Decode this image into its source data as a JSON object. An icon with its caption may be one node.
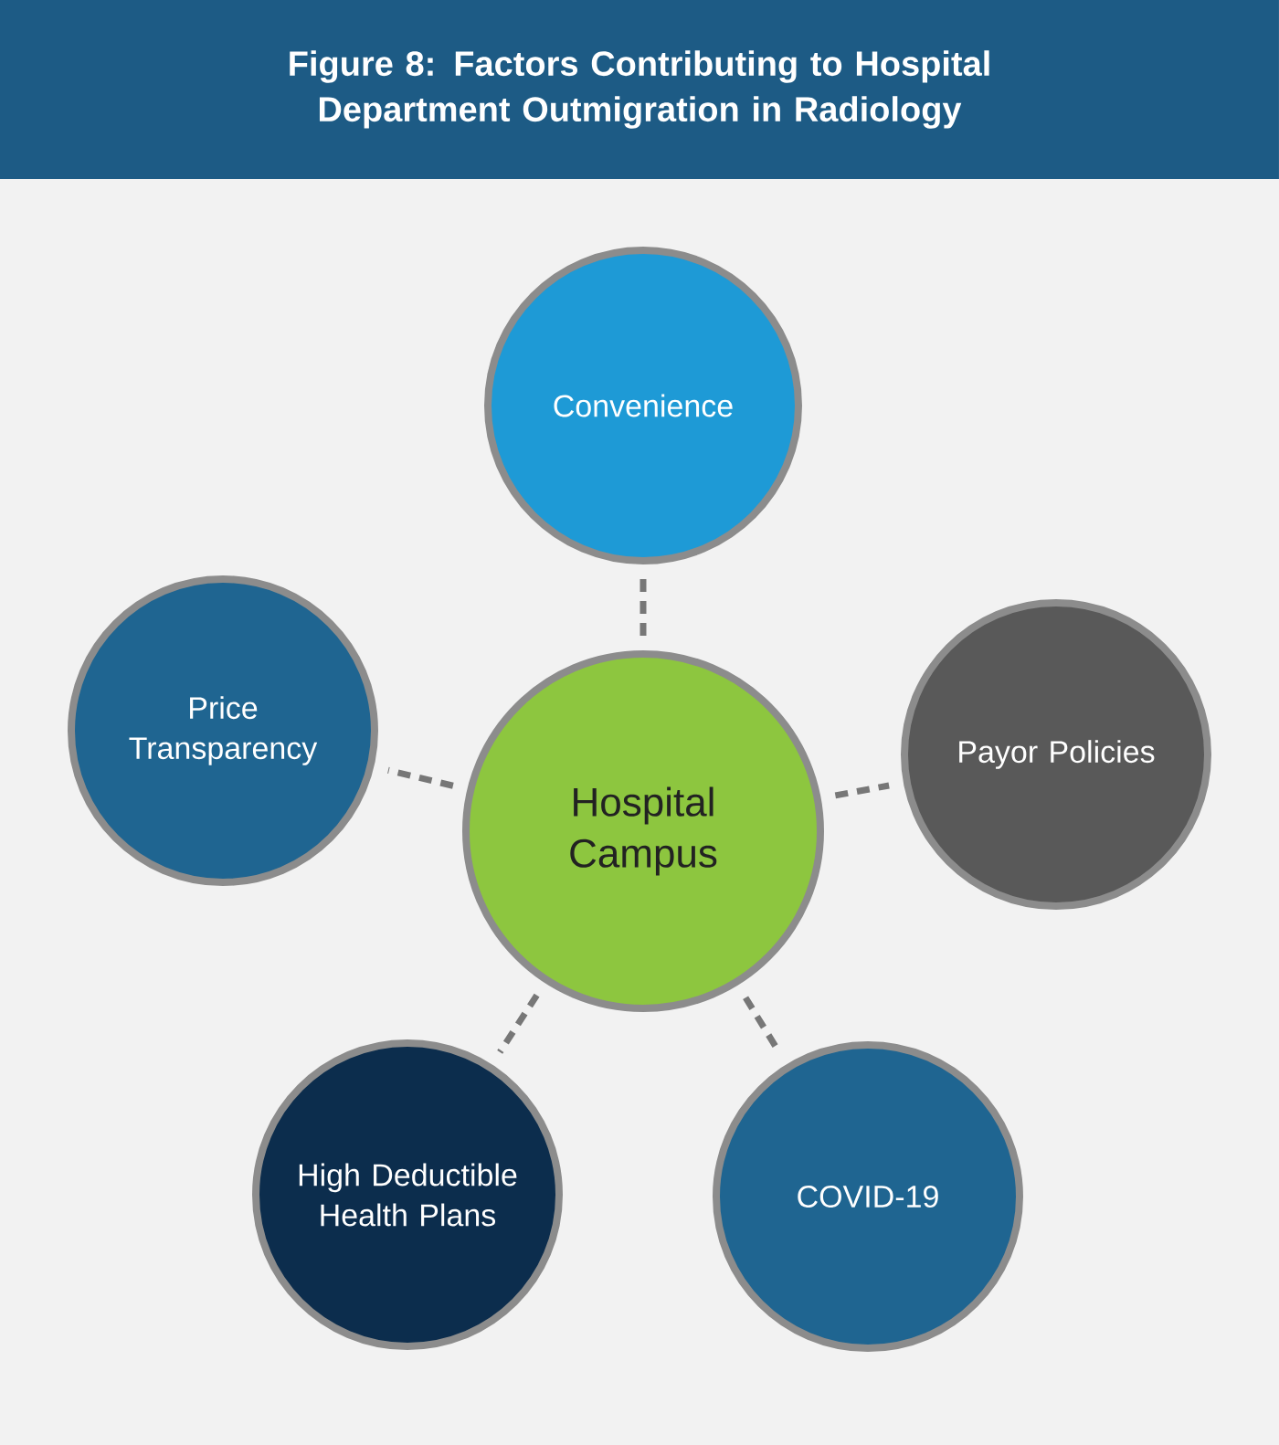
{
  "diagram": {
    "title": "Figure 8: Factors Contributing to Hospital Department Outmigration in Radiology",
    "nodes": [
      {
        "text": [
          "Hospital Campus"
        ]
      },
      {
        "text": [
          "Convenience"
        ]
      },
      {
        "text": [
          "Price Transparency"
        ]
      },
      {
        "text": [
          "Payor Policies"
        ]
      },
      {
        "text": [
          "High Deductible Health Plans"
        ]
      },
      {
        "text": [
          "COVID-19"
        ]
      }
    ],
    "edges": [
      {
        "from": 0,
        "to": 1,
        "arrow": "none"
      },
      {
        "from": 0,
        "to": 2,
        "arrow": "none"
      },
      {
        "from": 0,
        "to": 3,
        "arrow": "none"
      },
      {
        "from": 0,
        "to": 4,
        "arrow": "none"
      },
      {
        "from": 0,
        "to": 5,
        "arrow": "none"
      }
    ]
  }
}
